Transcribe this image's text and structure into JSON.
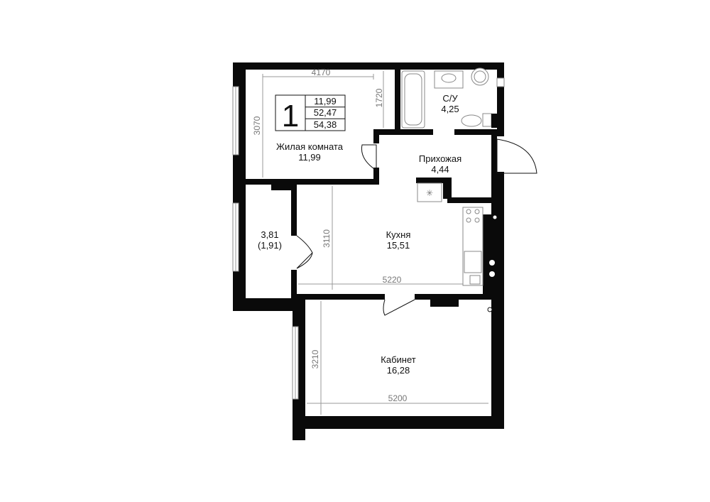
{
  "apartment": {
    "rooms_count": "1",
    "living_area": "11,99",
    "area_without_balcony": "52,47",
    "total_area": "54,38"
  },
  "rooms": {
    "living": {
      "name": "Жилая комната",
      "area": "11,99"
    },
    "bathroom": {
      "name": "С/У",
      "area": "4,25"
    },
    "hallway": {
      "name": "Прихожая",
      "area": "4,44"
    },
    "loggia": {
      "area": "3,81",
      "reduced_area": "(1,91)"
    },
    "kitchen": {
      "name": "Кухня",
      "area": "15,51"
    },
    "office": {
      "name": "Кабинет",
      "area": "16,28"
    }
  },
  "dimensions": {
    "living_width": "4170",
    "living_depth": "3070",
    "bath_depth": "1720",
    "kitchen_depth": "3110",
    "kitchen_width": "5220",
    "office_depth": "3210",
    "office_width": "5200"
  }
}
